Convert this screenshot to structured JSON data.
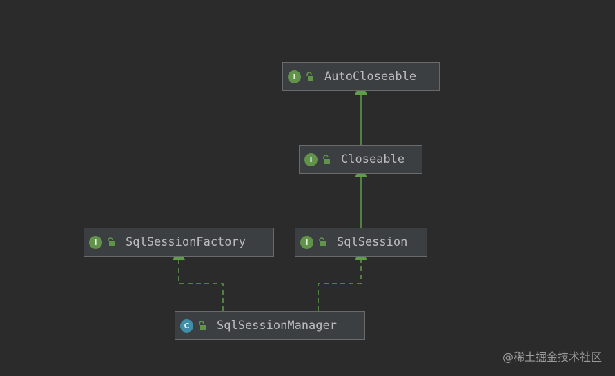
{
  "colors": {
    "background": "#2b2b2b",
    "node_fill": "#3c3f41",
    "node_border": "#6a6a6a",
    "edge": "#5f9c4b",
    "interface_badge": "#62934a",
    "class_badge": "#3f8fab"
  },
  "nodes": [
    {
      "id": "autocloseable",
      "label": "AutoCloseable",
      "kind": "interface",
      "badge": "I",
      "icon": "interface-icon"
    },
    {
      "id": "closeable",
      "label": "Closeable",
      "kind": "interface",
      "badge": "I",
      "icon": "interface-icon"
    },
    {
      "id": "sqlsessionfactory",
      "label": "SqlSessionFactory",
      "kind": "interface",
      "badge": "I",
      "icon": "interface-icon"
    },
    {
      "id": "sqlsession",
      "label": "SqlSession",
      "kind": "interface",
      "badge": "I",
      "icon": "interface-icon"
    },
    {
      "id": "sqlsessionmanager",
      "label": "SqlSessionManager",
      "kind": "class",
      "badge": "C",
      "icon": "class-icon"
    }
  ],
  "edges": [
    {
      "from": "closeable",
      "to": "autocloseable",
      "type": "extends"
    },
    {
      "from": "sqlsession",
      "to": "closeable",
      "type": "extends"
    },
    {
      "from": "sqlsessionmanager",
      "to": "sqlsessionfactory",
      "type": "implements"
    },
    {
      "from": "sqlsessionmanager",
      "to": "sqlsession",
      "type": "implements"
    }
  ],
  "watermark": "@稀土掘金技术社区"
}
